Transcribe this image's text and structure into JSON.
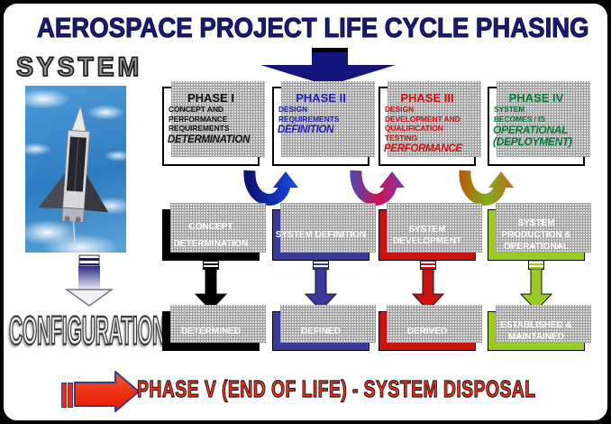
{
  "header": {
    "title": "AEROSPACE PROJECT LIFE CYCLE PHASING",
    "system_label": "SYSTEM",
    "configuration_label": "CONFIGURATION"
  },
  "phases": [
    {
      "name": "PHASE I",
      "lines": [
        "CONCEPT AND",
        "PERFORMANCE",
        "REQUIREMENTS"
      ],
      "keyword": "DETERMINATION",
      "text_color": "#111111"
    },
    {
      "name": "PHASE II",
      "lines": [
        "DESIGN",
        "REQUIREMENTS"
      ],
      "keyword": "DEFINITION",
      "text_color": "#1c1cbe"
    },
    {
      "name": "PHASE III",
      "lines": [
        "DESIGN",
        "DEVELOPMENT AND",
        "QUALIFICATION",
        "TESTING"
      ],
      "keyword": "PERFORMANCE",
      "text_color": "#cc1111"
    },
    {
      "name": "PHASE IV",
      "lines": [
        "SYSTEM",
        "BECOMES / IS"
      ],
      "keyword": "OPERATIONAL (DEPLOYMENT)",
      "text_color": "#077a38"
    }
  ],
  "process_row": [
    {
      "label": "CONCEPT DETERMINATION",
      "color": "#000000"
    },
    {
      "label": "SYSTEM DEFINITION",
      "color": "#39399b"
    },
    {
      "label": "SYSTEM DEVELOPMENT",
      "color": "#cc1111"
    },
    {
      "label": "SYSTEM PRODUCTION & OPERATIONAL",
      "color": "#99cc22"
    }
  ],
  "state_row": [
    {
      "label": "DETERMINED",
      "color": "#000000"
    },
    {
      "label": "DEFINED",
      "color": "#39399b"
    },
    {
      "label": "DERIVED",
      "color": "#cc1111"
    },
    {
      "label": "ESTABLISHED & MAINTAINED",
      "color": "#99cc22"
    }
  ],
  "phase5_banner": {
    "label": "PHASE V (END OF LIFE) - SYSTEM DISPOSAL",
    "color": "#ff2f16"
  },
  "colors": {
    "title_navy": "#1a1a78",
    "system_gray": "#9a9a9a",
    "top_arrow_navy": "#14147a",
    "cycle_arrow_1": "#0a0a5e to #2255ee",
    "cycle_arrow_2": "#3355cc to #cc1155 to #6644cc",
    "cycle_arrow_3": "#cc4400 to #7fae1e to #d4551a",
    "banner_red": "#ee2a11"
  }
}
